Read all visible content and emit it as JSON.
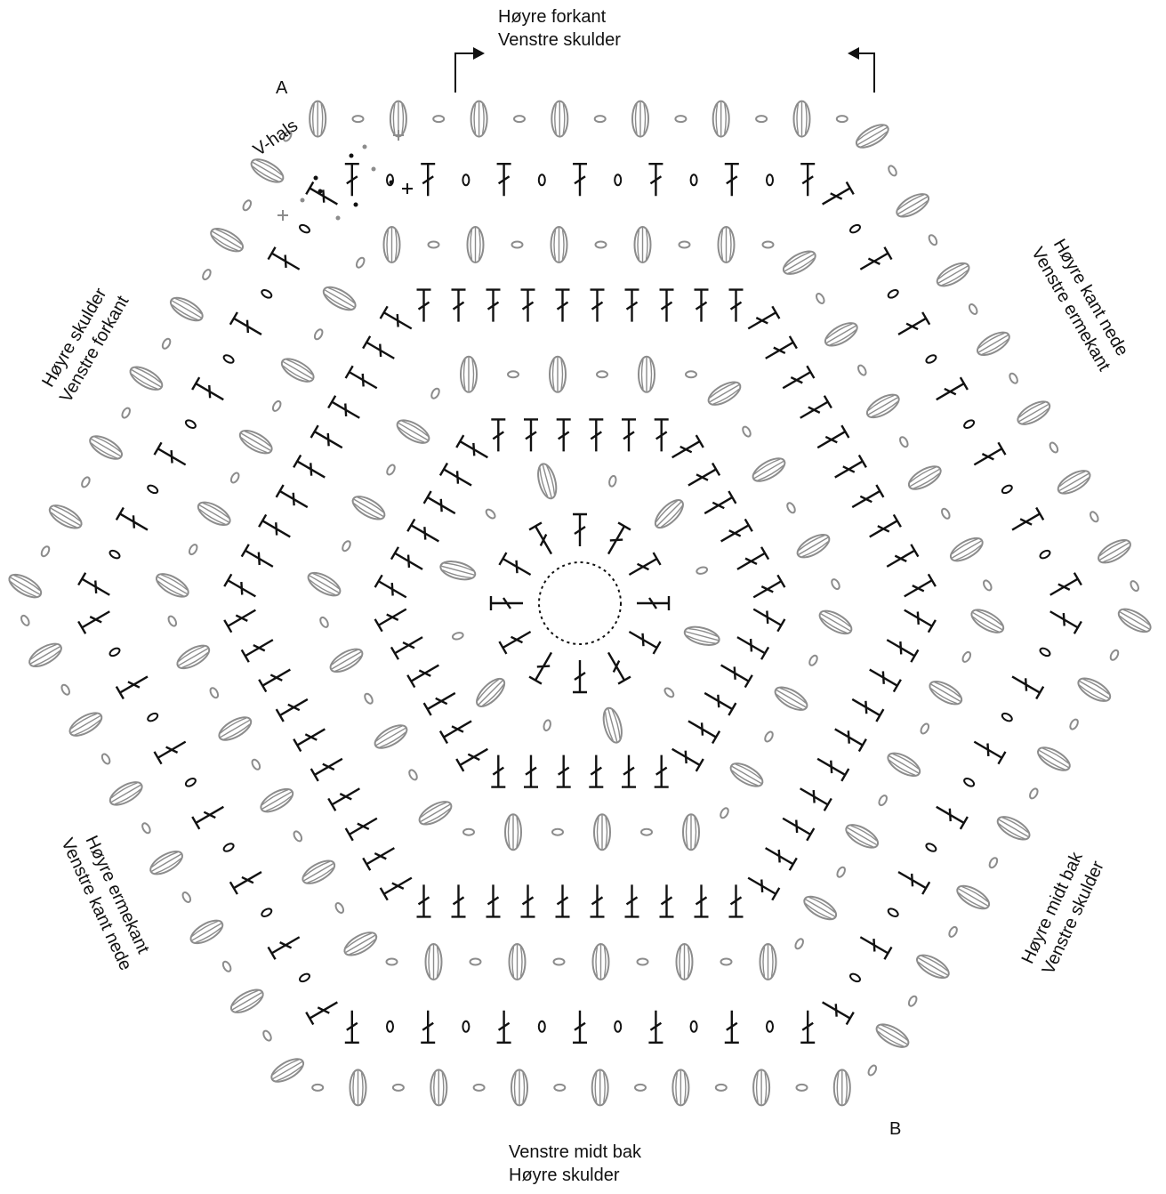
{
  "labels": {
    "top": {
      "line1": "Høyre forkant",
      "line2": "Venstre skulder"
    },
    "bottom": {
      "line1": "Venstre midt bak",
      "line2": "Høyre skulder"
    },
    "upper_left": {
      "line1": "Høyre skulder",
      "line2": "Venstre forkant"
    },
    "upper_right": {
      "line1": "Høyre kant nede",
      "line2": "Venstre ermekant"
    },
    "lower_left": {
      "line1": "Høyre ermekant",
      "line2": "Venstre kant nede"
    },
    "lower_right": {
      "line1": "Høyre midt bak",
      "line2": "Venstre skulder"
    },
    "marker_a": "A",
    "marker_b": "B",
    "v_neck": "V-hals"
  },
  "colors": {
    "black_rounds": "#111111",
    "grey_rounds": "#8c8c8c",
    "background": "#ffffff"
  },
  "rounds": [
    {
      "round": 1,
      "color": "black",
      "stitch": "treble"
    },
    {
      "round": 2,
      "color": "grey",
      "stitch": "puff-cluster"
    },
    {
      "round": 3,
      "color": "black",
      "stitch": "treble-group"
    },
    {
      "round": 4,
      "color": "grey",
      "stitch": "puff-cluster"
    },
    {
      "round": 5,
      "color": "black",
      "stitch": "treble-group"
    },
    {
      "round": 6,
      "color": "grey",
      "stitch": "puff-cluster"
    },
    {
      "round": 7,
      "color": "black",
      "stitch": "treble-and-chain"
    },
    {
      "round": 8,
      "color": "grey",
      "stitch": "puff-cluster"
    }
  ],
  "symbols": {
    "magic_ring": "dashed-circle-icon",
    "treble": "treble-stitch-icon",
    "chain": "chain-stitch-icon",
    "puff": "puff-stitch-icon",
    "double_crochet_sc": "plus-icon",
    "slip_stitch": "dot-icon",
    "turn_arrow": "turn-arrow-icon"
  }
}
